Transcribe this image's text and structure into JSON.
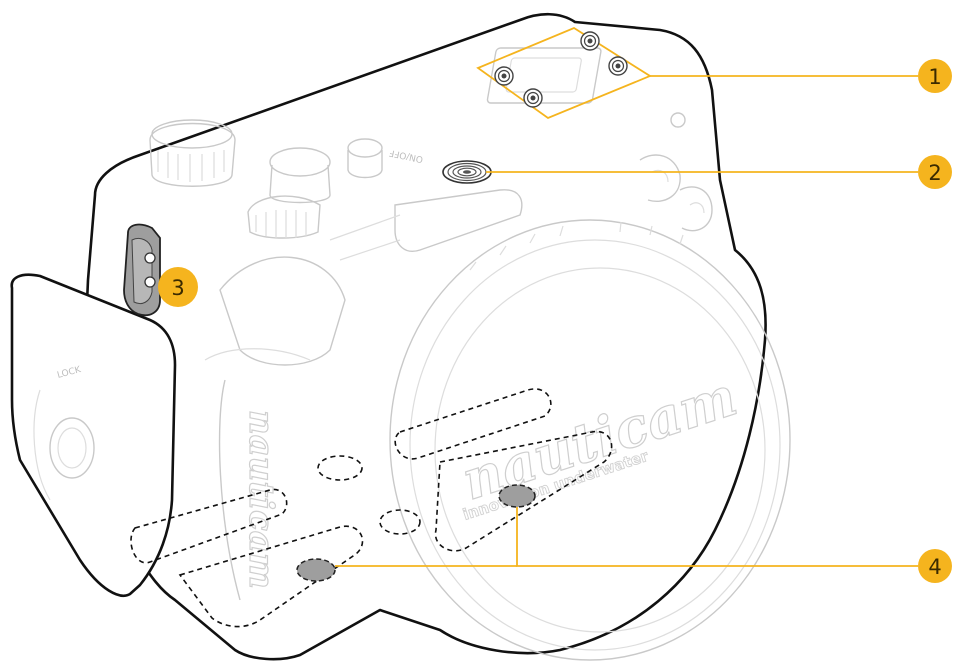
{
  "diagram": {
    "callouts": [
      {
        "label": "1"
      },
      {
        "label": "2"
      },
      {
        "label": "3"
      },
      {
        "label": "4"
      }
    ],
    "housing_engraving": {
      "switch_label": "ON/OFF",
      "door_label": "LOCK",
      "brand": "nauticam",
      "tagline": "innovation underwater"
    },
    "colors": {
      "callout_fill": "#f5b41e",
      "leader_line": "#f5b41e",
      "housing_outline": "#111111",
      "detail_lines": "#c9c9c9",
      "grey_feature": "#9e9e9e"
    }
  }
}
